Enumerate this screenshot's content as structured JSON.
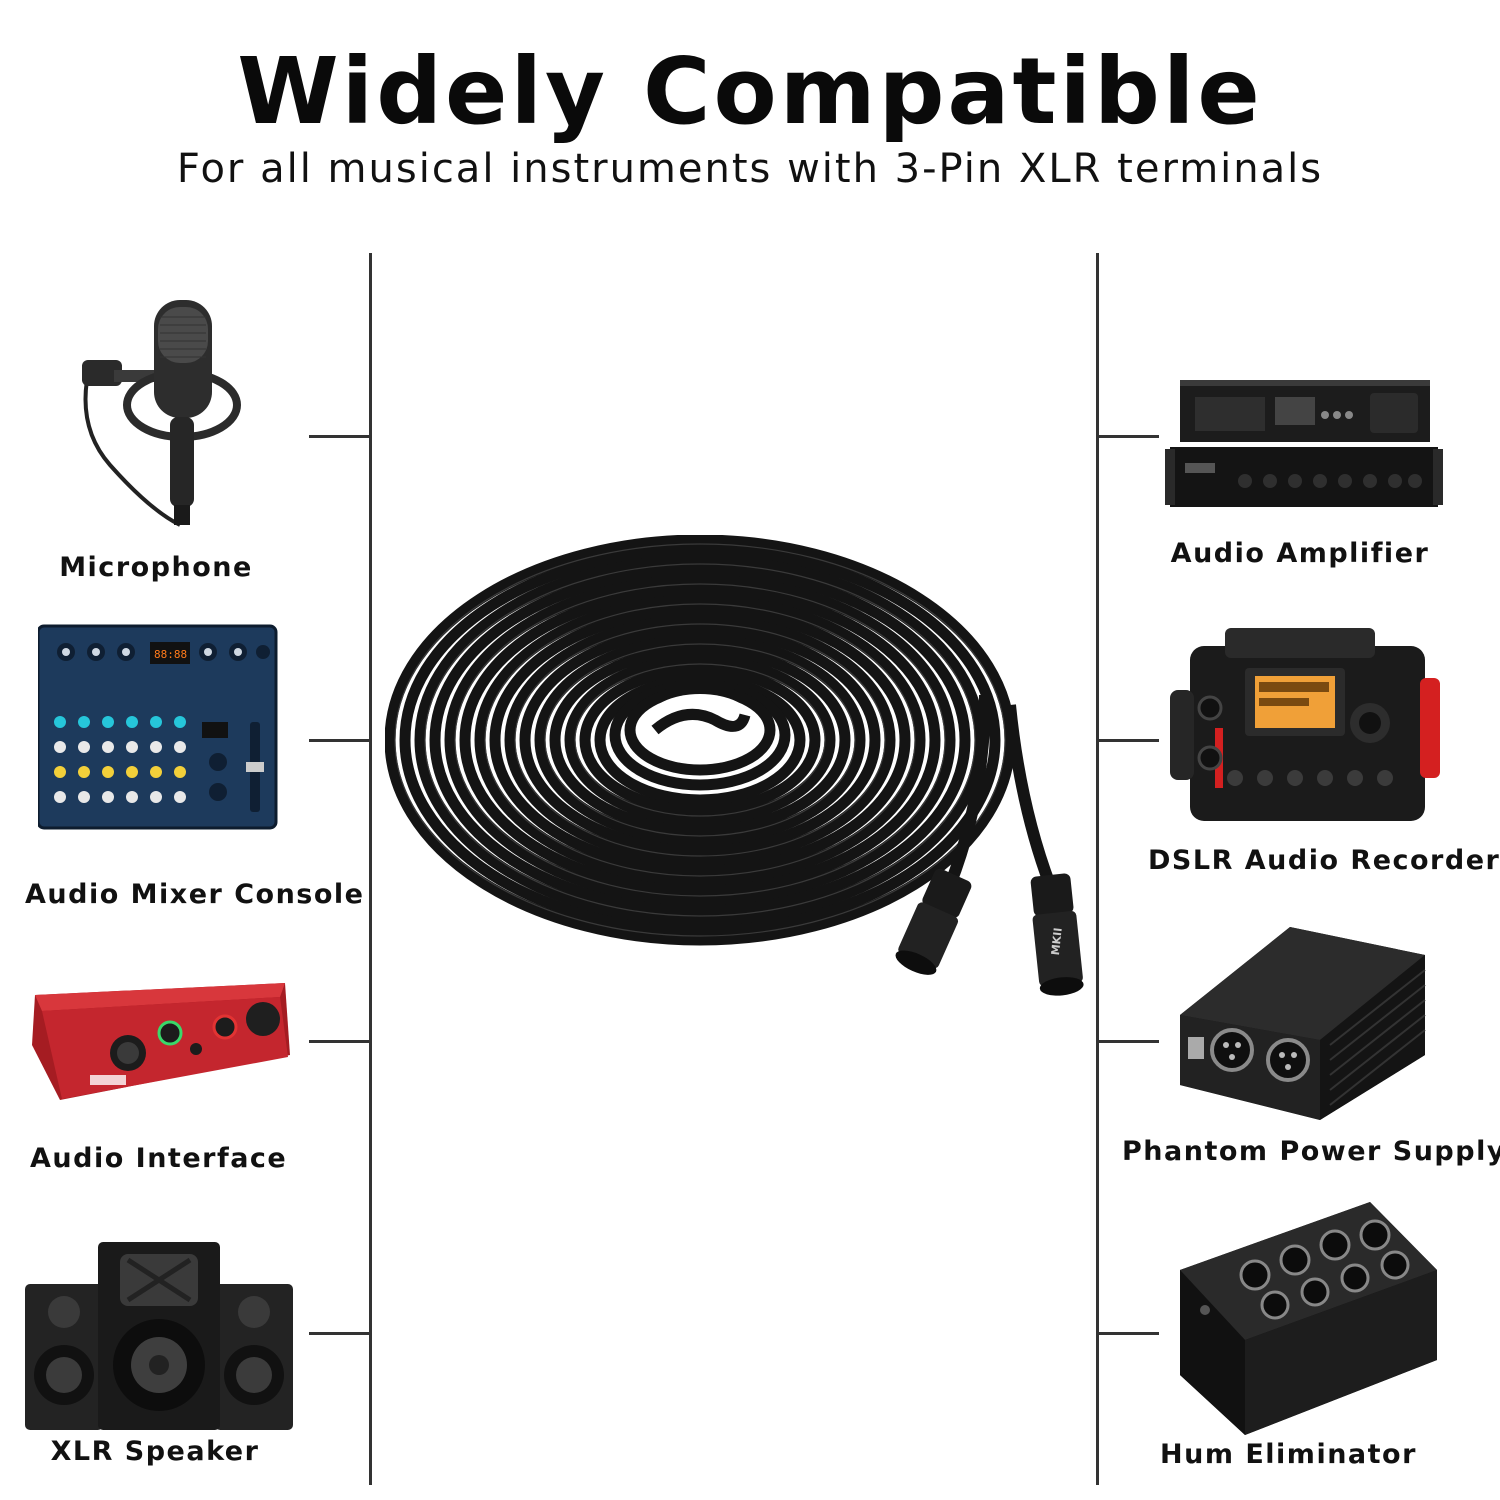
{
  "header": {
    "title": "Widely Compatible",
    "subtitle": "For all musical instruments with 3-Pin XLR terminals"
  },
  "left_devices": [
    {
      "label": "Microphone",
      "icon": "microphone-icon"
    },
    {
      "label": "Audio Mixer Console",
      "icon": "mixer-console-icon"
    },
    {
      "label": "Audio Interface",
      "icon": "audio-interface-icon"
    },
    {
      "label": "XLR Speaker",
      "icon": "speaker-icon"
    }
  ],
  "right_devices": [
    {
      "label": "Audio Amplifier",
      "icon": "amplifier-icon"
    },
    {
      "label": "DSLR Audio Recorder",
      "icon": "recorder-icon"
    },
    {
      "label": "Phantom Power Supply",
      "icon": "phantom-power-icon"
    },
    {
      "label": "Hum Eliminator",
      "icon": "hum-eliminator-icon"
    }
  ],
  "product": {
    "icon": "xlr-cable-coil-icon",
    "xlr_male_marking": "MKII"
  },
  "colors": {
    "line": "#333333",
    "cable": "#141414",
    "interface_red": "#c4262e",
    "recorder_red": "#d42020",
    "mixer_blue": "#1d3a5c"
  }
}
